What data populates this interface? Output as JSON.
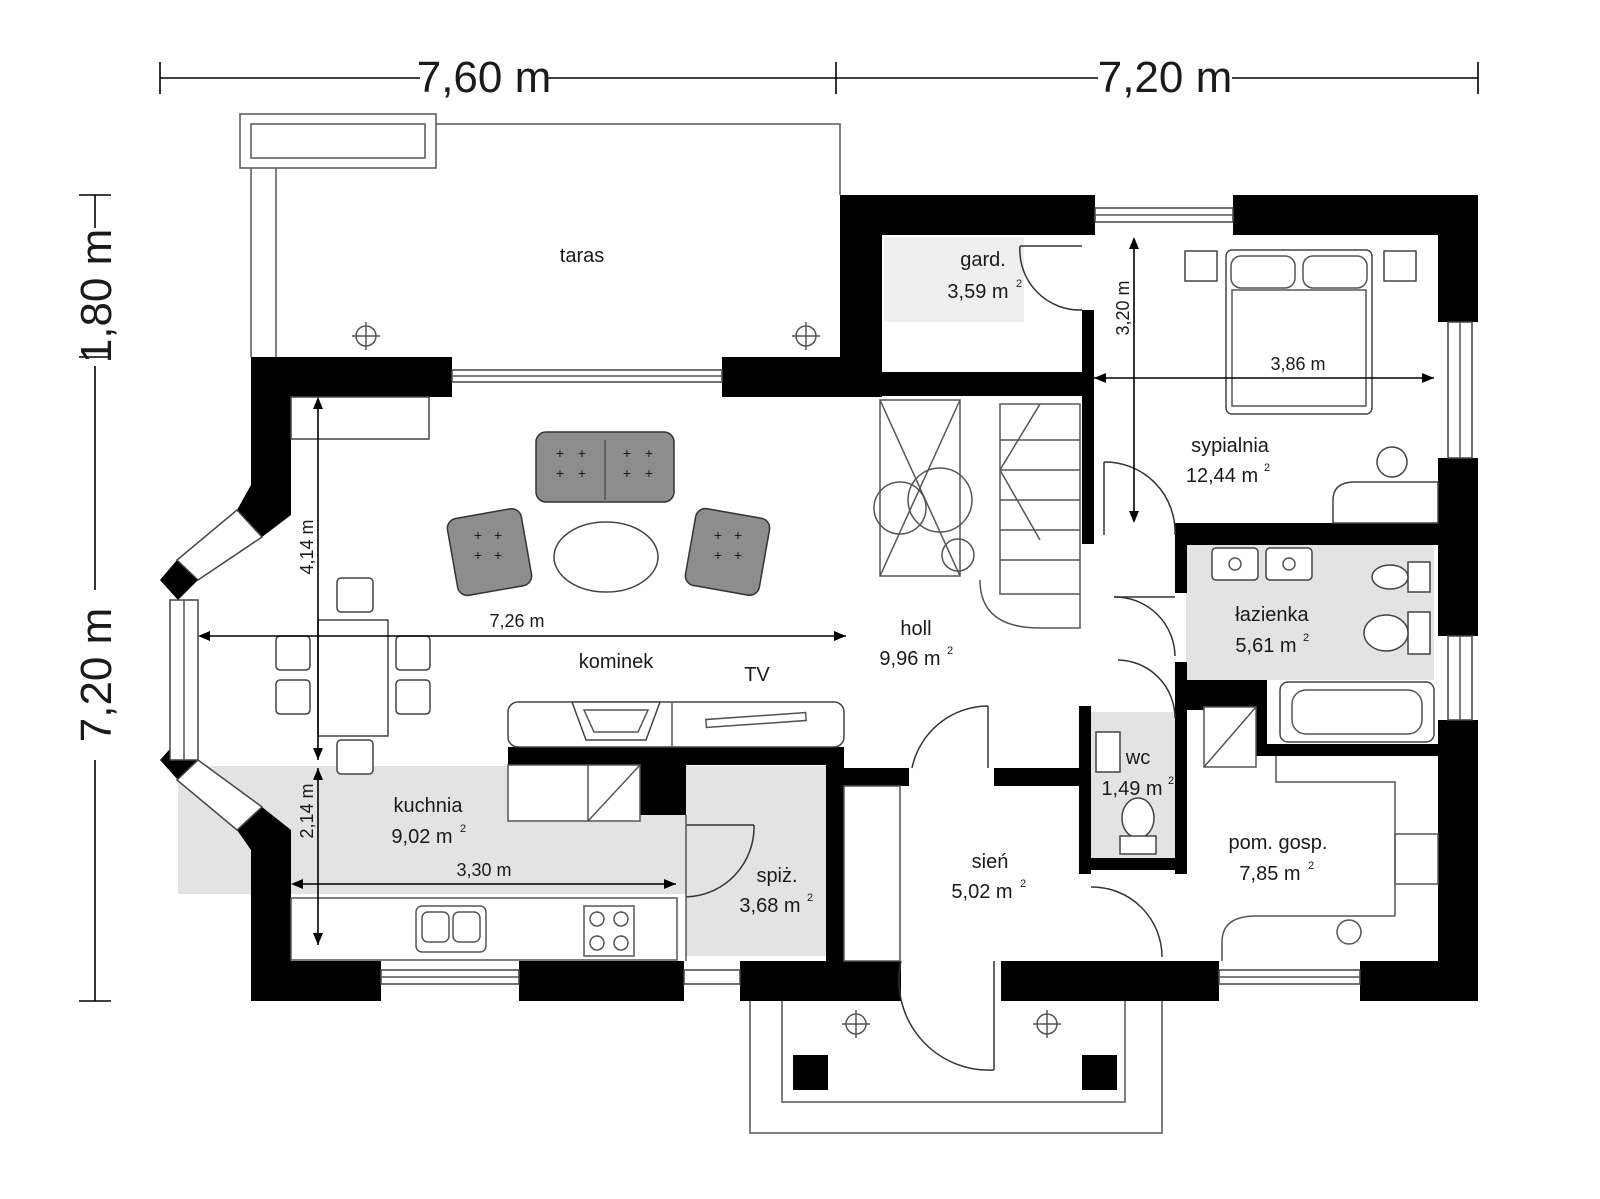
{
  "dimensions": {
    "top_left": "7,60 m",
    "top_right": "7,20 m",
    "left_top": "1,80 m",
    "left_main": "7,20 m"
  },
  "inner_dimensions": {
    "living_width": "7,26 m",
    "living_depth": "4,14 m",
    "kitchen_depth": "2,14 m",
    "kitchen_width": "3,30 m",
    "bedroom_width": "3,86 m",
    "bedroom_depth": "3,20 m"
  },
  "rooms": {
    "taras": {
      "name": "taras"
    },
    "gard": {
      "name": "gard.",
      "area": "3,59 m",
      "unit_sup": "2"
    },
    "sypialnia": {
      "name": "sypialnia",
      "area": "12,44 m",
      "unit_sup": "2"
    },
    "lazienka": {
      "name": "łazienka",
      "area": "5,61 m",
      "unit_sup": "2"
    },
    "holl": {
      "name": "holl",
      "area": "9,96 m",
      "unit_sup": "2"
    },
    "kuchnia": {
      "name": "kuchnia",
      "area": "9,02 m",
      "unit_sup": "2"
    },
    "spiz": {
      "name": "spiż.",
      "area": "3,68 m",
      "unit_sup": "2"
    },
    "sien": {
      "name": "sień",
      "area": "5,02 m",
      "unit_sup": "2"
    },
    "wc": {
      "name": "wc",
      "area": "1,49 m",
      "unit_sup": "2"
    },
    "pom_gosp": {
      "name": "pom. gosp.",
      "area": "7,85 m",
      "unit_sup": "2"
    }
  },
  "labels": {
    "kominek": "kominek",
    "tv": "TV"
  },
  "colors": {
    "wall": "#000000",
    "wet_room_fill": "#e3e3e3",
    "sofa": "#8d8d8d"
  }
}
